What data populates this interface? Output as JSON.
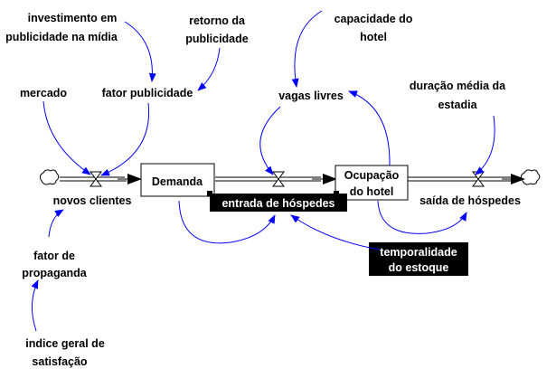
{
  "variables": {
    "investimento": [
      "investimento em",
      "publicidade na mídia"
    ],
    "retorno": [
      "retorno da",
      "publicidade"
    ],
    "capacidade": [
      "capacidade do",
      "hotel"
    ],
    "mercado": "mercado",
    "fator_publicidade": "fator publicidade",
    "vagas_livres": "vagas livres",
    "duracao": [
      "duração média da",
      "estadia"
    ],
    "fator_propaganda": [
      "fator de",
      "propaganda"
    ],
    "indice": [
      "indice geral de",
      "satisfação"
    ],
    "temporalidade": [
      "temporalidade",
      "do estoque"
    ]
  },
  "stocks": {
    "demanda": "Demanda",
    "ocupacao": [
      "Ocupação",
      "do hotel"
    ]
  },
  "flows": {
    "novos_clientes": "novos clientes",
    "entrada": "entrada de hóspedes",
    "saida": "saída de hóspedes"
  },
  "colors": {
    "link": "#0000ff",
    "stock_border": "#000000",
    "shadow_label": "#000000"
  }
}
